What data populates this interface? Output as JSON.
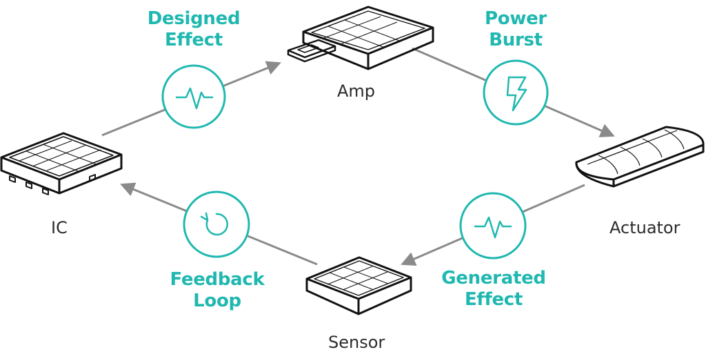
{
  "colors": {
    "accent": "#1fb8b0",
    "arrow": "#8a8a8a",
    "outline": "#111111"
  },
  "components": {
    "ic": "IC",
    "amp": "Amp",
    "actuator": "Actuator",
    "sensor": "Sensor"
  },
  "steps": {
    "designed_effect": {
      "line1": "Designed",
      "line2": "Effect",
      "icon": "waveform-icon"
    },
    "power_burst": {
      "line1": "Power",
      "line2": "Burst",
      "icon": "lightning-bolt-icon"
    },
    "generated_effect": {
      "line1": "Generated",
      "line2": "Effect",
      "icon": "waveform-icon"
    },
    "feedback_loop": {
      "line1": "Feedback",
      "line2": "Loop",
      "icon": "refresh-loop-icon"
    }
  }
}
